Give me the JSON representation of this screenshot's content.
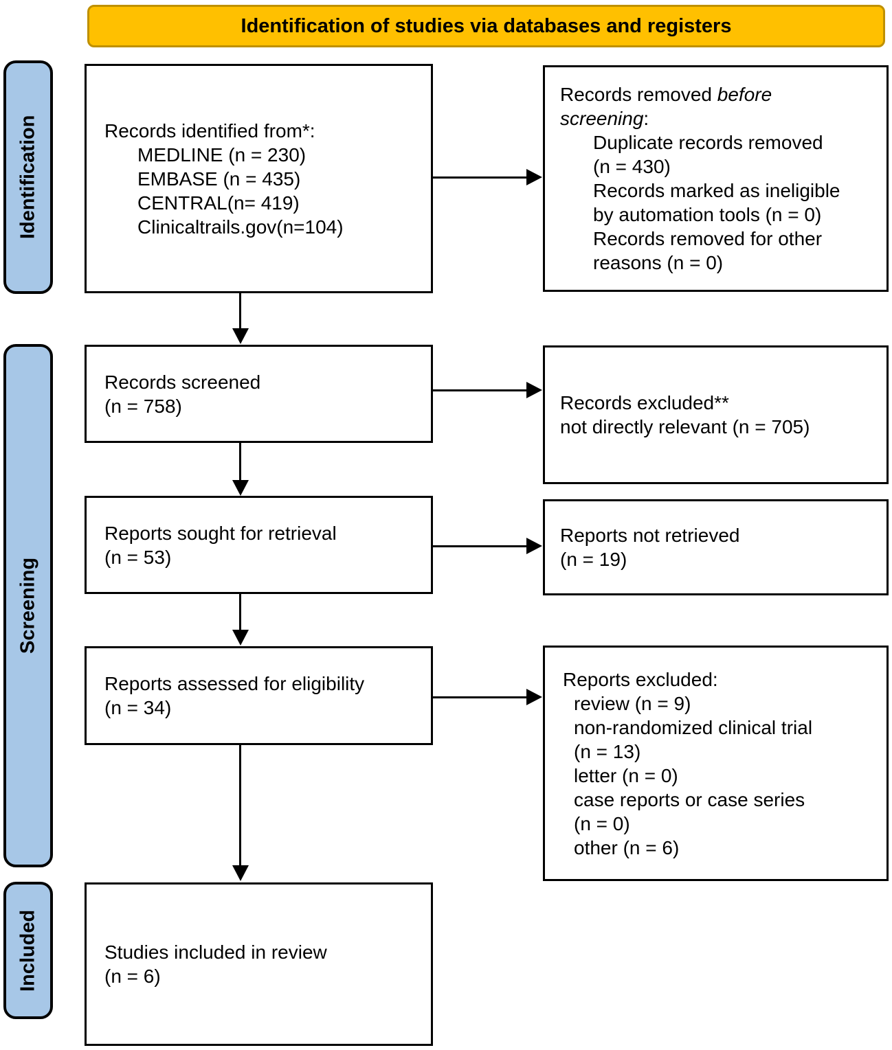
{
  "title": {
    "text": "Identification of studies via databases and registers"
  },
  "stages": {
    "identification": "Identification",
    "screening": "Screening",
    "included": "Included"
  },
  "boxes": {
    "identified": {
      "heading": "Records identified from*:",
      "items": [
        "MEDLINE (n = 230)",
        "EMBASE (n = 435)",
        "CENTRAL(n= 419)",
        "Clinicaltrails.gov(n=104)"
      ]
    },
    "removed": {
      "head_prefix": "Records removed ",
      "head_italic1": "before",
      "head_italic2": "screening",
      "head_suffix": ":",
      "items": [
        "Duplicate records removed",
        "(n = 430)",
        "Records marked as ineligible",
        "by automation tools (n = 0)",
        "Records removed for other",
        "reasons (n = 0)"
      ]
    },
    "screened": {
      "line1": "Records screened",
      "line2": "(n = 758)"
    },
    "records_excluded": {
      "line1": "Records excluded**",
      "line2": "not directly relevant (n = 705)"
    },
    "sought": {
      "line1": "Reports sought for retrieval",
      "line2": "(n = 53)"
    },
    "not_retrieved": {
      "line1": "Reports not retrieved",
      "line2": "(n = 19)"
    },
    "assessed": {
      "line1": "Reports assessed for eligibility",
      "line2": "(n = 34)"
    },
    "reports_excluded": {
      "heading": "Reports excluded:",
      "items": [
        "review (n = 9)",
        "non-randomized clinical trial",
        "(n = 13)",
        "letter (n = 0)",
        "case reports or case series",
        "(n = 0)",
        "other (n = 6)"
      ]
    },
    "included": {
      "line1": "Studies included in review",
      "line2": "(n = 6)"
    }
  },
  "colors": {
    "title_bg": "#FFC000",
    "title_border": "#BF9000",
    "stage_bg": "#A7C7E7",
    "box_border": "#000000",
    "arrow": "#000000"
  }
}
